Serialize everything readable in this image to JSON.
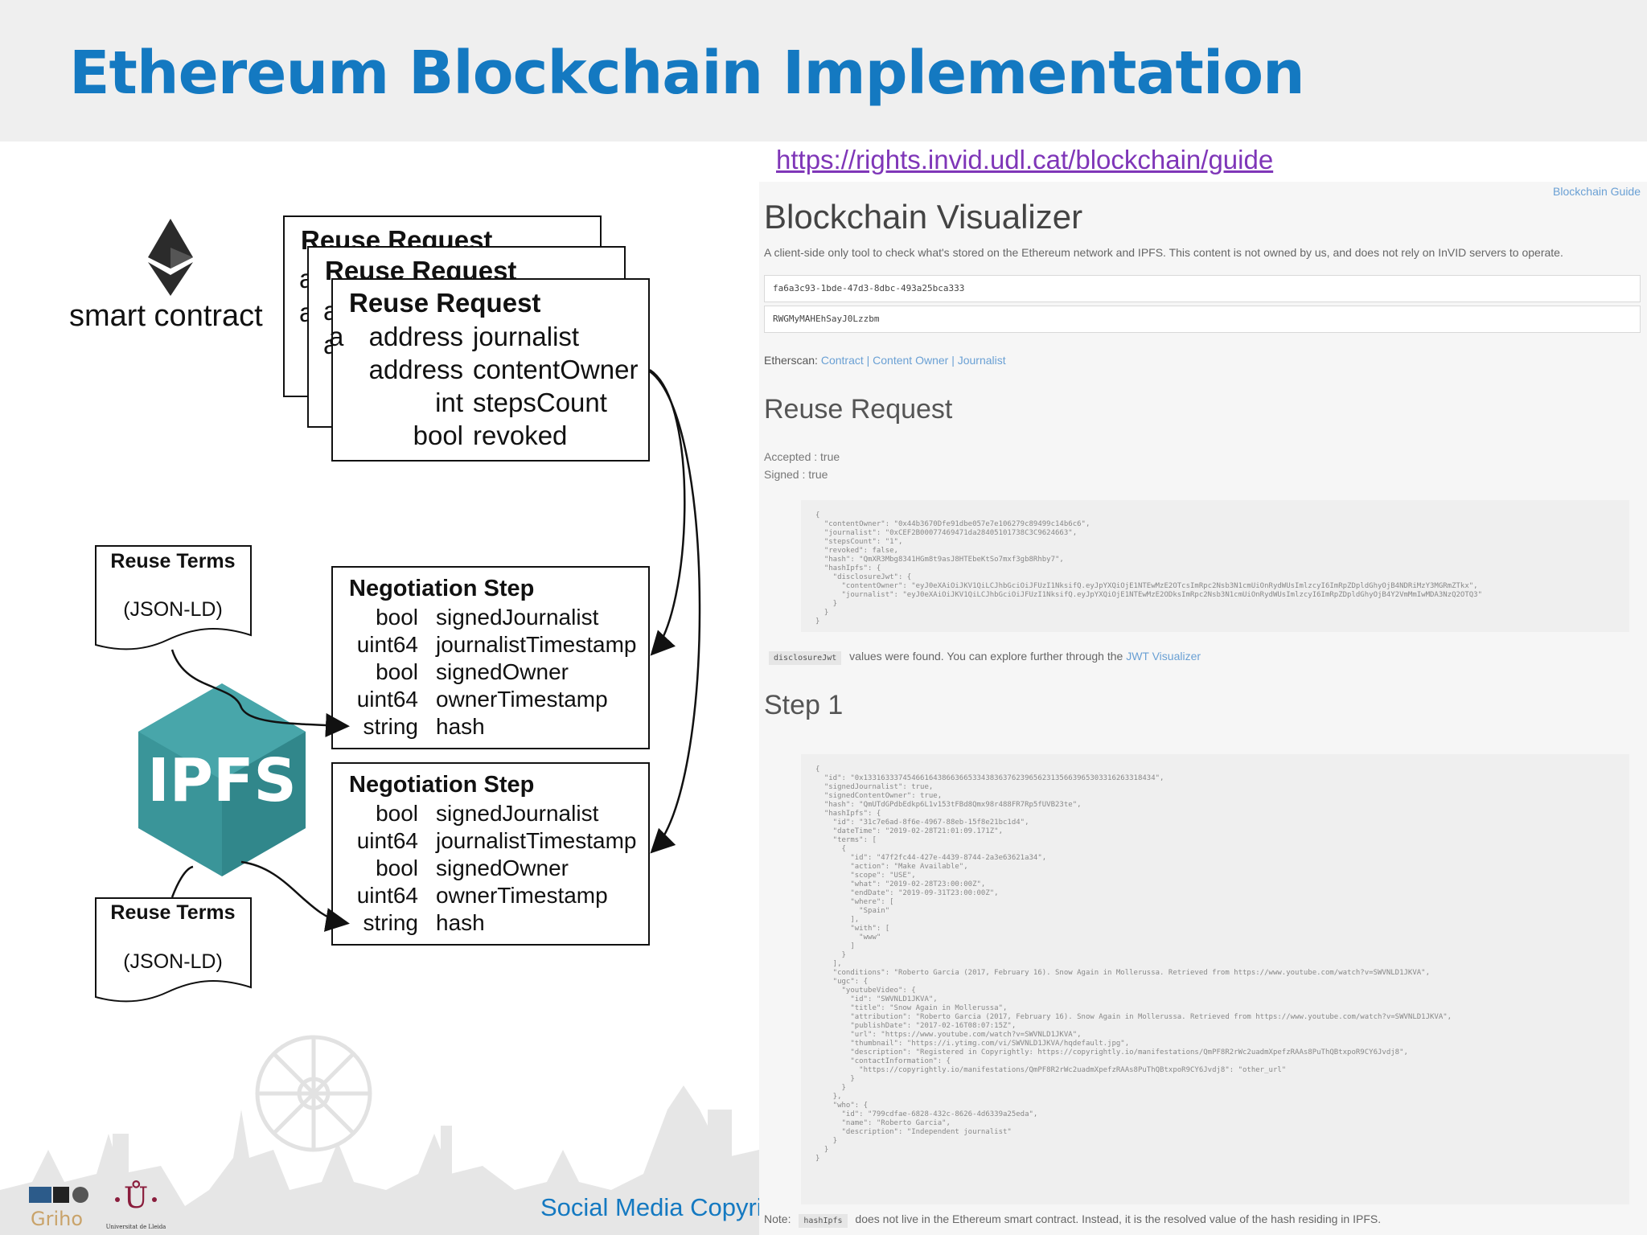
{
  "slide": {
    "title": "Ethereum Blockchain Implementation",
    "guide_url": "https://rights.invid.udl.cat/blockchain/guide",
    "footer": "Social Media Copyri"
  },
  "diagram": {
    "smart_contract_label": "smart contract",
    "reuse_request": {
      "title": "Reuse Request",
      "fields": [
        {
          "type": "address",
          "name": "journalist"
        },
        {
          "type": "address",
          "name": "contentOwner"
        },
        {
          "type": "int",
          "name": "stepsCount"
        },
        {
          "type": "bool",
          "name": "revoked"
        }
      ],
      "stack_letter": "a"
    },
    "negotiation_step": {
      "title": "Negotiation Step",
      "fields": [
        {
          "type": "bool",
          "name": "signedJournalist"
        },
        {
          "type": "uint64",
          "name": "journalistTimestamp"
        },
        {
          "type": "bool",
          "name": "signedOwner"
        },
        {
          "type": "uint64",
          "name": "ownerTimestamp"
        },
        {
          "type": "string",
          "name": "hash"
        }
      ]
    },
    "reuse_terms": {
      "title": "Reuse Terms",
      "format": "(JSON-LD)"
    },
    "ipfs_label": "IPFS",
    "logos": {
      "griho": "Griho",
      "university": "Universitat de Lleida"
    }
  },
  "visualizer": {
    "top_link": "Blockchain Guide",
    "title": "Blockchain Visualizer",
    "description": "A client-side only tool to check what's stored on the Ethereum network and IPFS. This content is not owned by us, and does not rely on InVID servers to operate.",
    "input1": "fa6a3c93-1bde-47d3-8dbc-493a25bca333",
    "input2": "RWGMyMAHEhSayJ0Lzzbm",
    "etherscan_label": "Etherscan:",
    "etherscan_links": "Contract | Content Owner | Journalist",
    "reuse_heading": "Reuse Request",
    "accepted": "Accepted : true",
    "signed": "Signed : true",
    "code1": "{\n  \"contentOwner\": \"0x44b3670Dfe91dbe057e7e106279c89499c14b6c6\",\n  \"journalist\": \"0xCEF2B00077469471da28405101738C3C9624663\",\n  \"stepsCount\": \"1\",\n  \"revoked\": false,\n  \"hash\": \"QmXR3Mbg8341HGm8t9asJ8HTEbeKtSo7mxf3gb8Rhby7\",\n  \"hashIpfs\": {\n    \"disclosureJwt\": {\n      \"contentOwner\": \"eyJ0eXAiOiJKV1QiLCJhbGciOiJFUzI1NksifQ.eyJpYXQiOjE1NTEwMzE2OTcsImRpc2Nsb3N1cmUiOnRydWUsImlzcyI6ImRpZDpldGhyOjB4NDRiMzY3MGRmZTkx\",\n      \"journalist\": \"eyJ0eXAiOiJKV1QiLCJhbGciOiJFUzI1NksifQ.eyJpYXQiOjE1NTEwMzE2ODksImRpc2Nsb3N1cmUiOnRydWUsImlzcyI6ImRpZDpldGhyOjB4Y2VmMmIwMDA3NzQ2OTQ3\"\n    }\n  }\n}",
    "disclosure_chip": "disclosureJwt",
    "disclosure_note": "values were found. You can explore further through the",
    "jwt_link": "JWT Visualizer",
    "step_heading": "Step 1",
    "code2": "{\n  \"id\": \"0x1331633374546616438663665334383637623965623135663965303316263318434\",\n  \"signedJournalist\": true,\n  \"signedContentOwner\": true,\n  \"hash\": \"QmUTdGPdbEdkp6L1v153tFBd8Qmx98r488FR7Rp5fUVB23te\",\n  \"hashIpfs\": {\n    \"id\": \"31c7e6ad-8f6e-4967-88eb-15f8e21bc1d4\",\n    \"dateTime\": \"2019-02-28T21:01:09.171Z\",\n    \"terms\": [\n      {\n        \"id\": \"47f2fc44-427e-4439-8744-2a3e63621a34\",\n        \"action\": \"Make Available\",\n        \"scope\": \"USE\",\n        \"what\": \"2019-02-28T23:00:00Z\",\n        \"endDate\": \"2019-09-31T23:00:00Z\",\n        \"where\": [\n          \"Spain\"\n        ],\n        \"with\": [\n          \"www\"\n        ]\n      }\n    ],\n    \"conditions\": \"Roberto Garcia (2017, February 16). Snow Again in Mollerussa. Retrieved from https://www.youtube.com/watch?v=SWVNLD1JKVA\",\n    \"ugc\": {\n      \"youtubeVideo\": {\n        \"id\": \"SWVNLD1JKVA\",\n        \"title\": \"Snow Again in Mollerussa\",\n        \"attribution\": \"Roberto Garcia (2017, February 16). Snow Again in Mollerussa. Retrieved from https://www.youtube.com/watch?v=SWVNLD1JKVA\",\n        \"publishDate\": \"2017-02-16T08:07:15Z\",\n        \"url\": \"https://www.youtube.com/watch?v=SWVNLD1JKVA\",\n        \"thumbnail\": \"https://i.ytimg.com/vi/SWVNLD1JKVA/hqdefault.jpg\",\n        \"description\": \"Registered in Copyrightly: https://copyrightly.io/manifestations/QmPF8R2rWc2uadmXpefzRAAs8PuThQBtxpoR9CY6Jvdj8\",\n        \"contactInformation\": {\n          \"https://copyrightly.io/manifestations/QmPF8R2rWc2uadmXpefzRAAs8PuThQBtxpoR9CY6Jvdj8\": \"other_url\"\n        }\n      }\n    },\n    \"who\": {\n      \"id\": \"799cdfae-6828-432c-8626-4d6339a25eda\",\n      \"name\": \"Roberto Garcia\",\n      \"description\": \"Independent journalist\"\n    }\n  }\n}",
    "note_label": "Note:",
    "note_chip": "hashIpfs",
    "note_text": "does not live in the Ethereum smart contract. Instead, it is the resolved value of the hash residing in IPFS."
  }
}
